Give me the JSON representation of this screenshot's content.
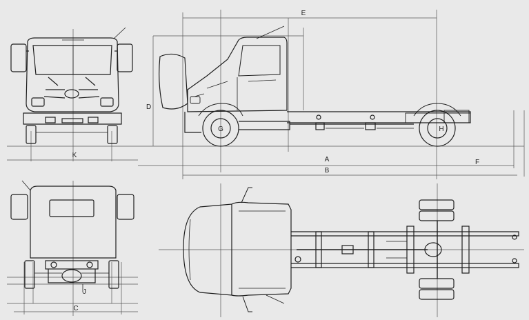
{
  "diagram": {
    "views": [
      "front-view",
      "side-view",
      "rear-view",
      "top-view"
    ],
    "dimension_labels": {
      "A": "A",
      "B": "B",
      "C": "C",
      "D": "D",
      "E": "E",
      "F": "F",
      "G": "G",
      "H": "H",
      "J": "J",
      "K": "K"
    },
    "colors": {
      "background": "#e9e9e9",
      "line": "#1e1e1e",
      "dimension_line": "#555555"
    }
  }
}
